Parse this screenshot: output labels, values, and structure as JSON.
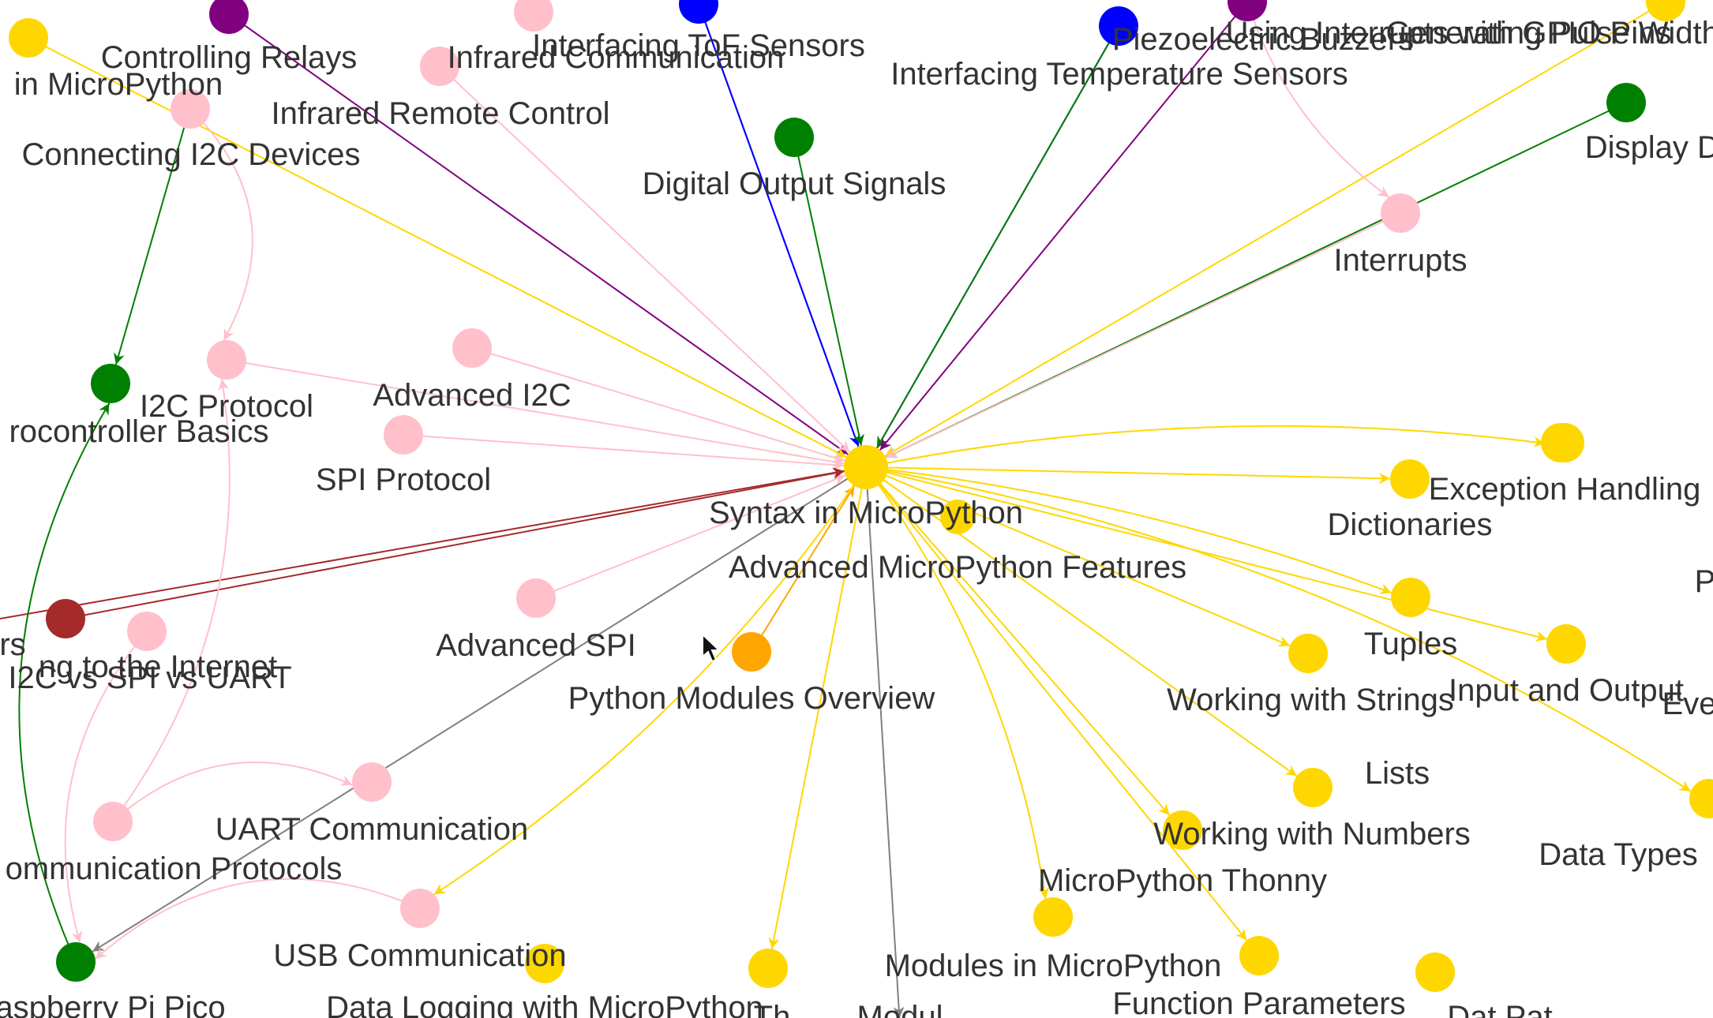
{
  "colors": {
    "pink": "#FFC0CB",
    "gold": "#FFD700",
    "green": "#008000",
    "blue": "#0000FF",
    "purple": "#800080",
    "brown": "#A52A2A",
    "orange": "#FFA500",
    "gray": "#808080",
    "label": "#333333"
  },
  "nodes": [
    {
      "id": "syntax",
      "label": "Syntax in MicroPython",
      "color": "#FFD700"
    },
    {
      "id": "adv_mp_features",
      "label": "Advanced MicroPython Features",
      "color": "#FFD700"
    },
    {
      "id": "python_modules_overview",
      "label": "Python Modules Overview",
      "color": "#FFA500"
    },
    {
      "id": "controlling_relays",
      "label": "Controlling Relays",
      "color": "#800080"
    },
    {
      "id": "infrared_comm",
      "label": "Infrared Communication",
      "color": "#FFC0CB"
    },
    {
      "id": "tof",
      "label": "Interfacing ToF Sensors",
      "color": "#0000FF"
    },
    {
      "id": "in_micropython",
      "label": "in MicroPython",
      "color": "#FFD700"
    },
    {
      "id": "infrared_remote",
      "label": "Infrared Remote Control",
      "color": "#FFC0CB"
    },
    {
      "id": "connecting_i2c",
      "label": "Connecting I2C Devices",
      "color": "#FFC0CB"
    },
    {
      "id": "digital_output",
      "label": "Digital Output Signals",
      "color": "#008000"
    },
    {
      "id": "piezo",
      "label": "Piezoelectric Buzzers",
      "color": "#0000FF"
    },
    {
      "id": "interrupts_gpio",
      "label": "Using Interrupts with GPIO Pins",
      "color": "#800080"
    },
    {
      "id": "pwm",
      "label": "Generating Pulse Width Mo",
      "color": "#FFD700"
    },
    {
      "id": "temp_sensors",
      "label": "Interfacing Temperature Sensors",
      "color": "#008000"
    },
    {
      "id": "display_drawing",
      "label": "Display Drawi",
      "color": "#008000"
    },
    {
      "id": "interrupts",
      "label": "Interrupts",
      "color": "#FFC0CB"
    },
    {
      "id": "i2c_protocol",
      "label": "I2C Protocol",
      "color": "#FFC0CB"
    },
    {
      "id": "advanced_i2c",
      "label": "Advanced I2C",
      "color": "#FFC0CB"
    },
    {
      "id": "mcu_basics",
      "label": "rocontroller Basics",
      "color": "#008000"
    },
    {
      "id": "spi_protocol",
      "label": "SPI Protocol",
      "color": "#FFC0CB"
    },
    {
      "id": "exception_handling",
      "label": "Exception Handling",
      "color": "#FFD700"
    },
    {
      "id": "dictionaries",
      "label": "Dictionaries",
      "color": "#FFD700"
    },
    {
      "id": "advanced_spi",
      "label": "Advanced SPI",
      "color": "#FFC0CB"
    },
    {
      "id": "internet",
      "label": "ng to the Internet",
      "color": "#A52A2A"
    },
    {
      "id": "rs",
      "label": "rs",
      "color": "#A52A2A"
    },
    {
      "id": "i2c_spi_uart",
      "label": "I2C vs SPI vs UART",
      "color": "#FFC0CB"
    },
    {
      "id": "tuples",
      "label": "Tuples",
      "color": "#FFD700"
    },
    {
      "id": "strings",
      "label": "Working with Strings",
      "color": "#FFD700"
    },
    {
      "id": "input_output",
      "label": "Input and Output",
      "color": "#FFD700"
    },
    {
      "id": "eve",
      "label": "Eve",
      "color": "#FFD700"
    },
    {
      "id": "p_cut",
      "label": "P",
      "color": "#FFD700"
    },
    {
      "id": "lists",
      "label": "Lists",
      "color": "#FFD700"
    },
    {
      "id": "uart",
      "label": "UART Communication",
      "color": "#FFC0CB"
    },
    {
      "id": "comm_protocols",
      "label": "ommunication Protocols",
      "color": "#FFC0CB"
    },
    {
      "id": "numbers",
      "label": "Working with Numbers",
      "color": "#FFD700"
    },
    {
      "id": "data_types",
      "label": "Data Types",
      "color": "#FFD700"
    },
    {
      "id": "thonny",
      "label": "MicroPython Thonny",
      "color": "#FFD700"
    },
    {
      "id": "usb",
      "label": "USB Communication",
      "color": "#FFC0CB"
    },
    {
      "id": "modules_mp",
      "label": "Modules in MicroPython",
      "color": "#FFD700"
    },
    {
      "id": "function_params",
      "label": "Function Parameters",
      "color": "#FFD700"
    },
    {
      "id": "pico",
      "label": "aspberry Pi Pico",
      "color": "#008000"
    },
    {
      "id": "data_logging",
      "label": "Data Logging with MicroPython",
      "color": "#FFD700"
    },
    {
      "id": "t_mod",
      "label": "Th",
      "color": "#FFD700"
    },
    {
      "id": "modul",
      "label": "Modul",
      "color": "#FFD700"
    },
    {
      "id": "dat_cut",
      "label": "Dat Pat",
      "color": "#FFD700"
    },
    {
      "id": "blank_pink_1",
      "label": "",
      "color": "#FFC0CB"
    },
    {
      "id": "blank_pink_2",
      "label": "",
      "color": "#FFC0CB"
    },
    {
      "id": "blank_pink_3",
      "label": "",
      "color": "#FFC0CB"
    },
    {
      "id": "blank_pink_4",
      "label": "",
      "color": "#FFC0CB"
    },
    {
      "id": "blank_purple",
      "label": "",
      "color": "#800080"
    },
    {
      "id": "blank_blue",
      "label": "",
      "color": "#0000FF"
    },
    {
      "id": "blank_gold_1",
      "label": "",
      "color": "#FFD700"
    },
    {
      "id": "blank_gold_2",
      "label": "",
      "color": "#FFD700"
    },
    {
      "id": "blank_gold_3",
      "label": "",
      "color": "#FFD700"
    },
    {
      "id": "blank_gold_4",
      "label": "",
      "color": "#FFD700"
    },
    {
      "id": "blank_gold_5",
      "label": "",
      "color": "#FFD700"
    }
  ],
  "edges": [
    {
      "from": "tof",
      "to": "syntax",
      "color": "#0000FF"
    },
    {
      "from": "blank_blue",
      "to": "syntax",
      "color": "#0000FF"
    },
    {
      "from": "piezo",
      "to": "syntax",
      "color": "#0000FF"
    },
    {
      "from": "digital_output",
      "to": "syntax",
      "color": "#008000"
    },
    {
      "from": "temp_sensors",
      "to": "syntax",
      "color": "#008000"
    },
    {
      "from": "display_drawing",
      "to": "syntax",
      "color": "#008000"
    },
    {
      "from": "controlling_relays",
      "to": "syntax",
      "color": "#800080"
    },
    {
      "from": "interrupts_gpio",
      "to": "syntax",
      "color": "#800080"
    },
    {
      "from": "in_micropython",
      "to": "syntax",
      "color": "#FFD700"
    },
    {
      "from": "pwm",
      "to": "syntax",
      "color": "#FFD700"
    },
    {
      "from": "infrared_comm",
      "to": "syntax",
      "color": "#FFC0CB"
    },
    {
      "from": "interrupts",
      "to": "syntax",
      "color": "#FFC0CB"
    },
    {
      "from": "i2c_protocol",
      "to": "syntax",
      "color": "#FFC0CB"
    },
    {
      "from": "advanced_i2c",
      "to": "syntax",
      "color": "#FFC0CB"
    },
    {
      "from": "spi_protocol",
      "to": "syntax",
      "color": "#FFC0CB"
    },
    {
      "from": "advanced_spi",
      "to": "syntax",
      "color": "#FFC0CB"
    },
    {
      "from": "internet",
      "to": "syntax",
      "color": "#A52A2A"
    },
    {
      "from": "rs",
      "to": "syntax",
      "color": "#A52A2A"
    },
    {
      "from": "python_modules_overview",
      "to": "syntax",
      "color": "#FFA500"
    },
    {
      "from": "syntax",
      "to": "dictionaries",
      "color": "#FFD700"
    },
    {
      "from": "syntax",
      "to": "exception_handling",
      "color": "#FFD700"
    },
    {
      "from": "syntax",
      "to": "tuples",
      "color": "#FFD700"
    },
    {
      "from": "syntax",
      "to": "strings",
      "color": "#FFD700"
    },
    {
      "from": "syntax",
      "to": "lists",
      "color": "#FFD700"
    },
    {
      "from": "syntax",
      "to": "numbers",
      "color": "#FFD700"
    },
    {
      "from": "syntax",
      "to": "input_output",
      "color": "#FFD700"
    },
    {
      "from": "syntax",
      "to": "data_types",
      "color": "#FFD700"
    },
    {
      "from": "syntax",
      "to": "thonny",
      "color": "#FFD700"
    },
    {
      "from": "syntax",
      "to": "function_params",
      "color": "#FFD700"
    },
    {
      "from": "syntax",
      "to": "usb",
      "color": "#FFD700"
    },
    {
      "from": "syntax",
      "to": "t_mod",
      "color": "#FFD700"
    },
    {
      "from": "syntax",
      "to": "pico",
      "color": "#808080"
    },
    {
      "from": "syntax",
      "to": "modul",
      "color": "#808080"
    },
    {
      "from": "connecting_i2c",
      "to": "mcu_basics",
      "color": "#008000"
    },
    {
      "from": "pico",
      "to": "mcu_basics",
      "color": "#008000"
    },
    {
      "from": "comm_protocols",
      "to": "uart",
      "color": "#FFC0CB"
    },
    {
      "from": "comm_protocols",
      "to": "i2c_protocol",
      "color": "#FFC0CB"
    },
    {
      "from": "i2c_spi_uart",
      "to": "pico",
      "color": "#FFC0CB"
    },
    {
      "from": "usb",
      "to": "pico",
      "color": "#FFC0CB"
    },
    {
      "from": "infrared_remote",
      "to": "i2c_protocol",
      "color": "#FFC0CB"
    },
    {
      "from": "interrupts_gpio",
      "to": "interrupts",
      "color": "#FFC0CB"
    }
  ],
  "cursor": "arrow-cursor"
}
